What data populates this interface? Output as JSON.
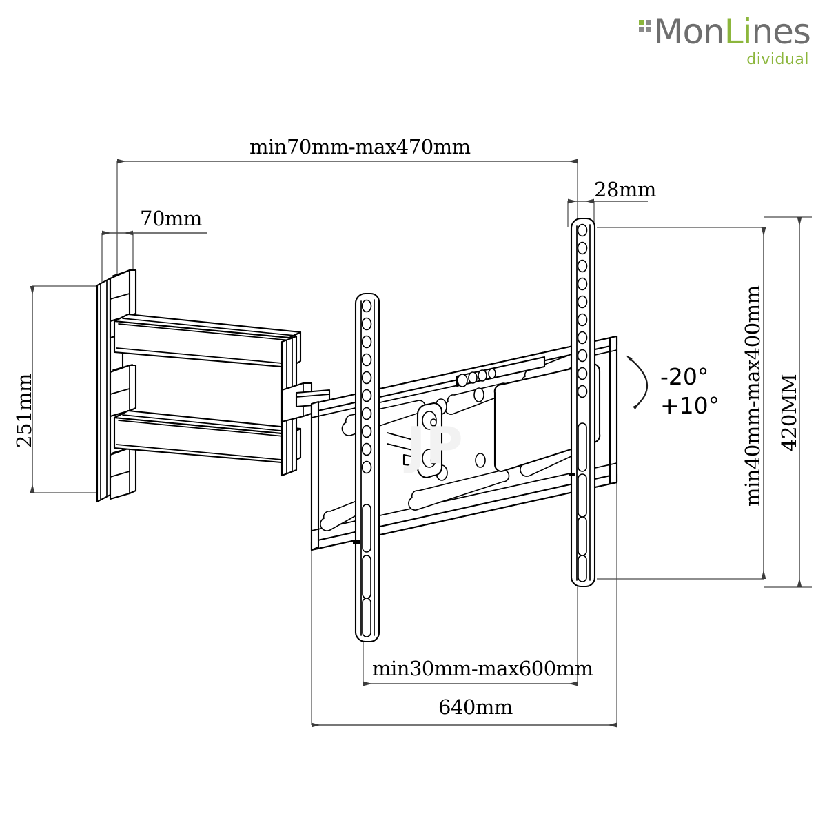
{
  "logo": {
    "mark_name": "monlines-grid-icon",
    "word_part1": "Mon",
    "word_part2": "Li",
    "word_part3": "nes",
    "tagline": "dividual",
    "color_gray": "#6e6e6e",
    "color_green": "#8cb63c"
  },
  "drawing": {
    "title": "TV wall mount full-motion bracket dimensioned drawing",
    "line_color": "#000000",
    "dimension_line_color": "#4a4a4a",
    "background": "#ffffff"
  },
  "dimensions": {
    "top_extension": "min70mm-max470mm",
    "wall_plate_depth": "70mm",
    "plate_thickness": "28mm",
    "wall_plate_height": "251mm",
    "vesa_vertical": "min40mm-max400mm",
    "overall_height": "420MM",
    "vesa_horizontal": "min30mm-max600mm",
    "overall_width": "640mm"
  },
  "angles": {
    "tilt_down": "-20°",
    "tilt_up": "+10°"
  }
}
